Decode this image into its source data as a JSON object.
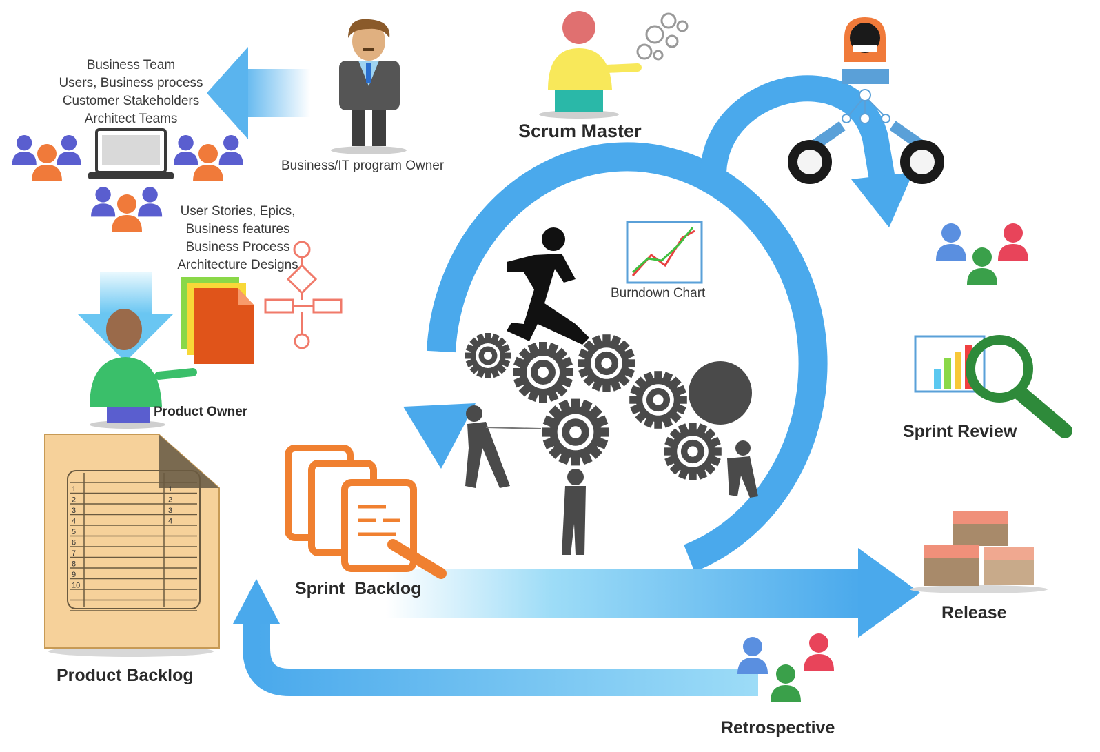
{
  "colors": {
    "arrow_blue": "#4aa9ec",
    "arrow_light": "#cdeefc",
    "gear_dark": "#4a4a4a",
    "orange": "#f0803a",
    "paper": "#f6d19a",
    "person_orange": "#f07a3a",
    "person_blue": "#5a5ecf",
    "green": "#2e8a3a",
    "red": "#e8445a"
  },
  "labels": {
    "business_team": [
      "Business Team",
      "Users,  Business process",
      "Customer Stakeholders",
      "Architect Teams"
    ],
    "program_owner": "Business/IT program Owner",
    "scrum_master": "Scrum Master",
    "user_stories": [
      "User Stories, Epics,",
      "Business features",
      "Business Process",
      "Architecture Designs"
    ],
    "burndown_chart": "Burndown Chart",
    "product_owner": "Product Owner",
    "sprint_review": "Sprint Review",
    "sprint_backlog": "Sprint  Backlog",
    "release": "Release",
    "product_backlog": "Product Backlog",
    "retrospective": "Retrospective",
    "backlog_rows": [
      "1",
      "2",
      "3",
      "4",
      "5",
      "6",
      "7",
      "8",
      "9",
      "10"
    ],
    "backlog_marks": [
      "1",
      "2",
      "3",
      "4"
    ]
  },
  "icons": {
    "program_owner": "businessman-icon",
    "scrum_master": "scrum-master-icon",
    "team": "team-people-icon",
    "laptop": "laptop-icon",
    "documents": "documents-icon",
    "flowchart": "flowchart-icon",
    "runner": "running-man-icon",
    "gears": "gears-icon",
    "burndown": "burndown-chart-icon",
    "magnifier": "magnifier-icon",
    "boxes": "release-boxes-icon",
    "developers": "developers-top-view-icon"
  }
}
